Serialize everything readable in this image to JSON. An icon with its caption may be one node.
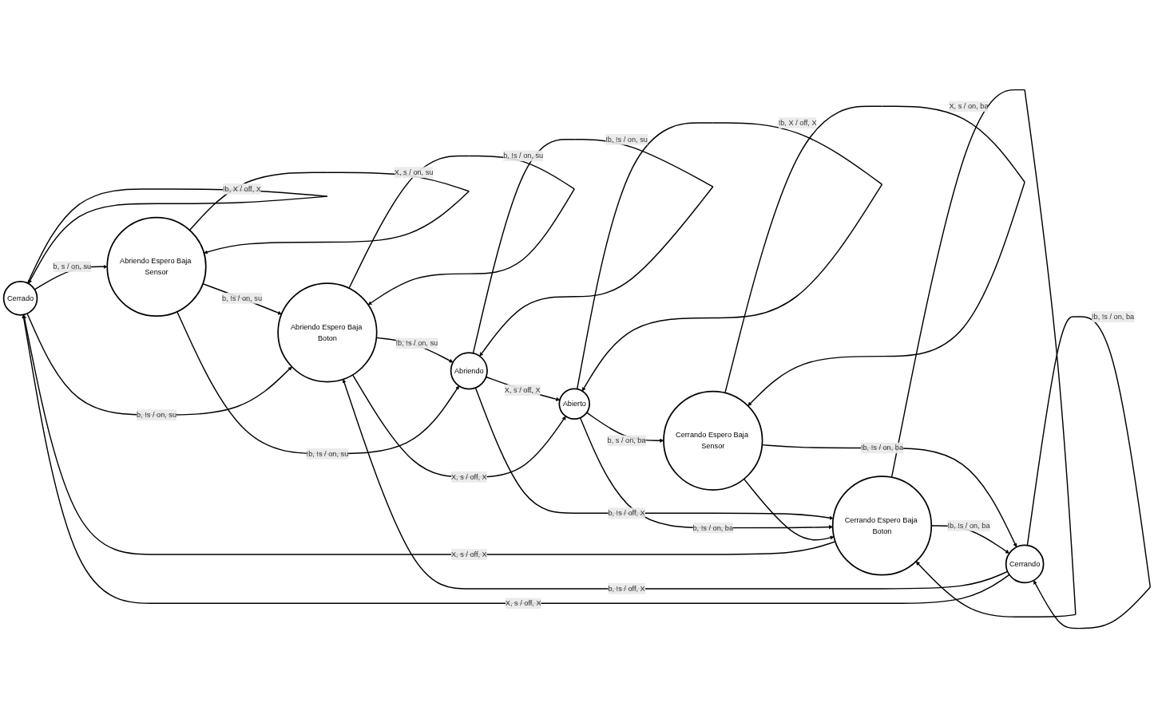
{
  "diagram": {
    "nodes": [
      {
        "text": [
          "Cerrado"
        ]
      },
      {
        "text": [
          "Abriendo Espero Baja Sensor"
        ]
      },
      {
        "text": [
          "Abriendo Espero Baja Boton"
        ]
      },
      {
        "text": [
          "Abriendo"
        ]
      },
      {
        "text": [
          "Abierto"
        ]
      },
      {
        "text": [
          "Cerrando"
        ]
      },
      {
        "text": [
          "Cerrando Espero Baja Boton"
        ]
      },
      {
        "text": [
          "Cerrando Espero Baja Sensor"
        ]
      }
    ],
    "edges": [
      {
        "from": 0,
        "to": 0,
        "arrow": "to",
        "label": "!b, X / off, X"
      },
      {
        "from": 0,
        "to": 1,
        "arrow": "to",
        "label": "b, s / on, su"
      },
      {
        "from": 1,
        "to": 1,
        "arrow": "to",
        "label": "X, s / on, su"
      },
      {
        "from": 1,
        "to": 2,
        "arrow": "to",
        "label": "b, !s / on, su"
      },
      {
        "from": 2,
        "to": 2,
        "arrow": "to",
        "label": "b, !s / on, su"
      },
      {
        "from": 2,
        "to": 3,
        "arrow": "to",
        "label": "!b, !s / on, su"
      },
      {
        "from": 3,
        "to": 3,
        "arrow": "to",
        "label": "!b, !s / on, su"
      },
      {
        "from": 0,
        "to": 2,
        "arrow": "to",
        "label": "b, !s / on, su"
      },
      {
        "from": 1,
        "to": 3,
        "arrow": "to",
        "label": "!b, !s / on, su"
      },
      {
        "from": 3,
        "to": 4,
        "arrow": "to",
        "label": "X, s / off, X"
      },
      {
        "from": 2,
        "to": 4,
        "arrow": "to",
        "label": "X, s / off, X"
      },
      {
        "from": 4,
        "to": 4,
        "arrow": "to",
        "label": "!b, X / off, X"
      },
      {
        "from": 5,
        "to": 2,
        "arrow": "to",
        "label": "b, !s / off, X"
      },
      {
        "from": 3,
        "to": 6,
        "arrow": "to",
        "label": "b, !s / off, X"
      },
      {
        "from": 6,
        "to": 0,
        "arrow": "to",
        "label": "X, s / off, X"
      },
      {
        "from": 7,
        "to": 5,
        "arrow": "to",
        "label": "!b, !s / on, ba"
      },
      {
        "from": 4,
        "to": 6,
        "arrow": "to",
        "label": "b, !s / on, ba"
      },
      {
        "from": 5,
        "to": 0,
        "arrow": "to",
        "label": "X, s / off, X"
      },
      {
        "from": 4,
        "to": 7,
        "arrow": "to",
        "label": "b, s / on, ba"
      },
      {
        "from": 7,
        "to": 7,
        "arrow": "to",
        "label": "X, s / on, ba"
      },
      {
        "from": 6,
        "to": 5,
        "arrow": "to",
        "label": "!b, !s / on, ba"
      },
      {
        "from": 5,
        "to": 5,
        "arrow": "to",
        "label": "!b, !s / on, ba"
      },
      {
        "from": 6,
        "to": 6,
        "arrow": "to"
      },
      {
        "from": 7,
        "to": 6,
        "arrow": "to"
      }
    ]
  }
}
